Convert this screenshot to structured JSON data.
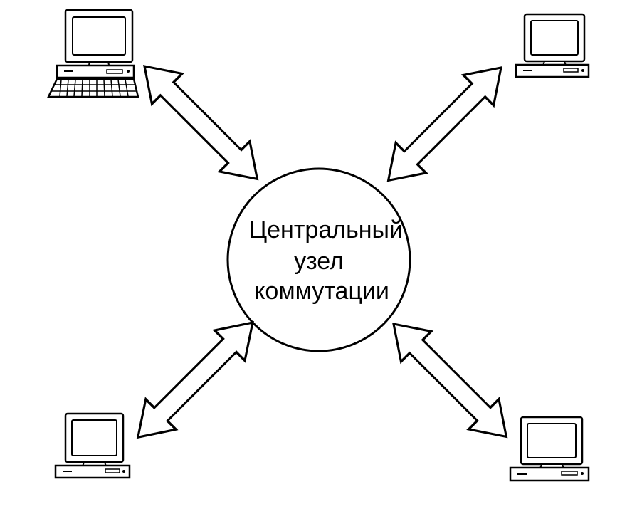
{
  "diagram": {
    "topology": "star",
    "center": {
      "lines": [
        "Центральный",
        "узел",
        "коммутации"
      ]
    },
    "nodes": [
      {
        "id": "top-left",
        "device": "computer-with-keyboard",
        "link": "bidirectional"
      },
      {
        "id": "top-right",
        "device": "computer",
        "link": "bidirectional"
      },
      {
        "id": "bottom-left",
        "device": "computer",
        "link": "bidirectional"
      },
      {
        "id": "bottom-right",
        "device": "computer",
        "link": "bidirectional"
      }
    ],
    "colors": {
      "stroke": "#000000",
      "fill": "#ffffff"
    }
  }
}
